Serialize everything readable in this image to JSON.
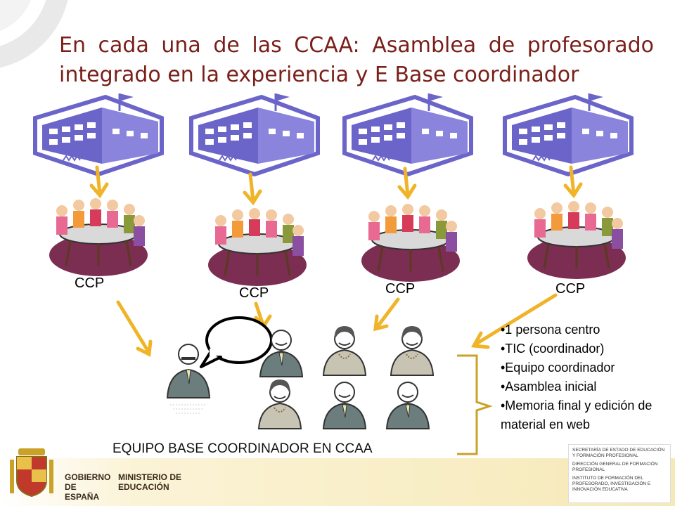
{
  "title": "En cada una de las CCAA: Asamblea de profesorado integrado en la experiencia y E Base coordinador",
  "ccp_labels": [
    "CCP",
    "CCP",
    "CCP",
    "CCP"
  ],
  "bullets": [
    "•1  persona  centro",
    "•TIC (coordinador)",
    "•Equipo coordinador",
    "•Asamblea inicial",
    "•Memoria final y edición de material en web"
  ],
  "team_label": "EQUIPO BASE COORDINADOR EN CCAA",
  "footer": {
    "gobierno": "GOBIERNO DE ESPAÑA",
    "ministerio": "MINISTERIO DE EDUCACIÓN",
    "secretaria": "SECRETARÍA DE ESTADO DE EDUCACIÓN Y FORMACIÓN PROFESIONAL",
    "direccion": "DIRECCIÓN GENERAL DE FORMACIÓN PROFESIONAL",
    "instituto": "INSTITUTO DE FORMACIÓN DEL PROFESORADO, INVESTIGACIÓN E INNOVACIÓN EDUCATIVA"
  },
  "colors": {
    "title": "#7a1f1a",
    "school": "#6b64c9",
    "arrow": "#f0b429",
    "bracket": "#c9a227",
    "rug": "#7b2d52"
  }
}
